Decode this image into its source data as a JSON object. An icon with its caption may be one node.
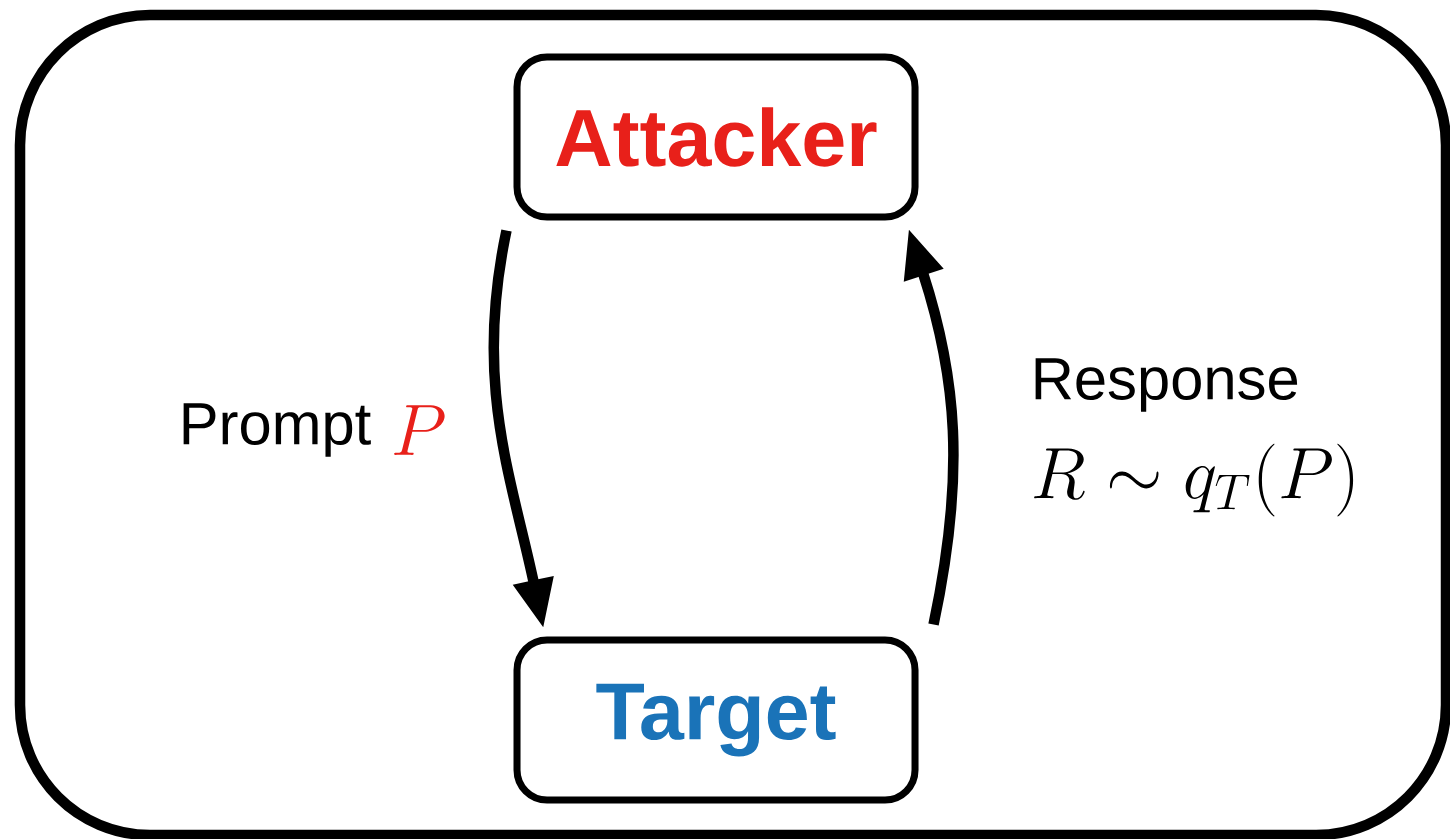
{
  "diagram": {
    "nodes": [
      {
        "text": [
          "Attacker"
        ]
      },
      {
        "text": [
          "Target"
        ]
      }
    ],
    "edges": [
      {
        "from": 0,
        "to": 1,
        "arrow": "to",
        "label": "Prompt"
      },
      {
        "from": 1,
        "to": 0,
        "arrow": "to",
        "label": "Response"
      }
    ],
    "labels": [
      "P",
      "R \\sim q_T(P)"
    ]
  }
}
